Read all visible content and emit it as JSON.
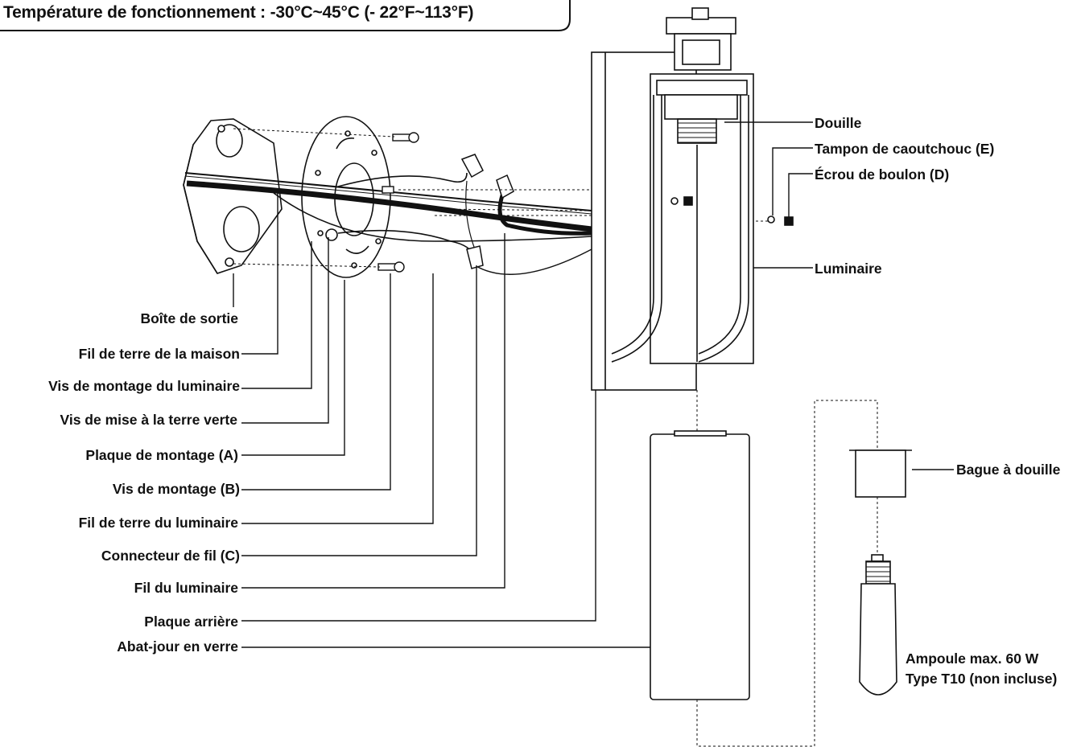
{
  "title": "Température de fonctionnement : -30°C~45°C (- 22°F~113°F)",
  "labels_left": {
    "outlet_box": "Boîte de sortie",
    "house_ground_wire": "Fil de terre de la maison",
    "fixture_mounting_screw": "Vis de montage du luminaire",
    "green_ground_screw": "Vis de mise à la terre verte",
    "mounting_plate": "Plaque de montage (A)",
    "mounting_screw": "Vis de montage (B)",
    "fixture_ground_wire": "Fil de terre du luminaire",
    "wire_connector": "Connecteur de fil (C)",
    "fixture_wire": "Fil du luminaire",
    "back_plate": "Plaque arrière",
    "glass_shade": "Abat-jour en verre"
  },
  "labels_right": {
    "socket": "Douille",
    "rubber_pad": "Tampon de caoutchouc (E)",
    "bolt_nut": "Écrou de boulon (D)",
    "fixture": "Luminaire",
    "socket_ring": "Bague à douille"
  },
  "bulb": {
    "line1": "Ampoule max. 60 W",
    "line2": "Type T10 (non incluse)"
  },
  "colors": {
    "ink": "#111111",
    "paper": "#ffffff",
    "wire_black": "#111111"
  }
}
